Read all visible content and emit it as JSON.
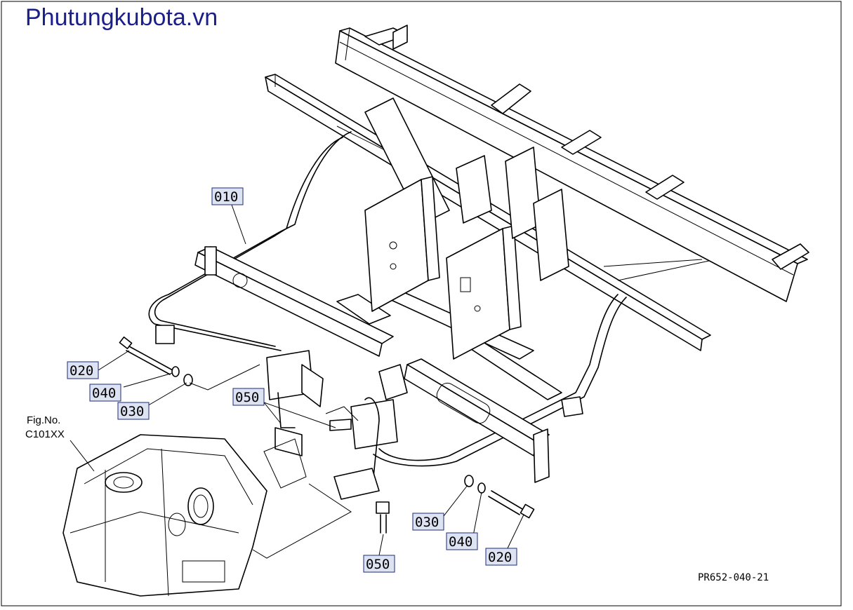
{
  "watermark": "Phutungkubota.vn",
  "figure_ref": {
    "title": "Fig.No.",
    "code": "C101XX"
  },
  "drawing_code": "PR652-040-21",
  "callouts": {
    "c010": "010",
    "c020_left": "020",
    "c040_left": "040",
    "c030_left": "030",
    "c050_upper": "050",
    "c030_right": "030",
    "c040_right": "040",
    "c020_right": "020",
    "c050_lower": "050"
  },
  "colors": {
    "watermark": "#1b1f8a",
    "callout_fill": "#dde3f3",
    "callout_border": "#1b2b7a"
  }
}
